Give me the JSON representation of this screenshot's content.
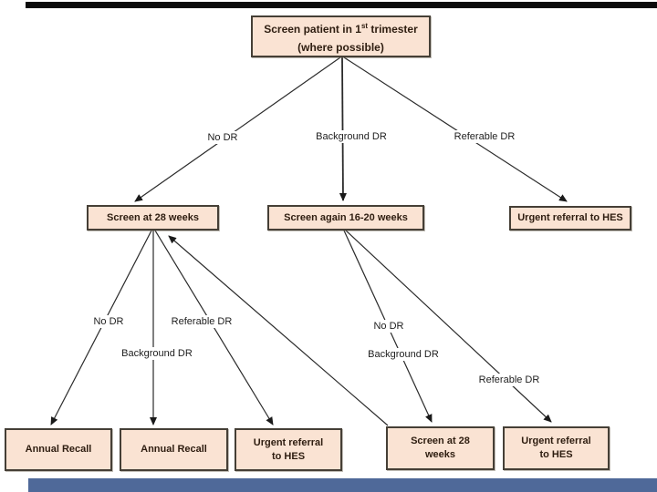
{
  "slide": {
    "top_bar_color": "#0b0b0b",
    "bottom_bar_color": "#4f6999",
    "box_fill": "#fae3d3",
    "box_border": "#453f36",
    "box_text_color": "#2e1d10",
    "arrow_color": "#262626"
  },
  "flowchart": {
    "nodes": {
      "root": {
        "text_pre": "Screen patient in 1",
        "sup": "st",
        "text_post": " trimester",
        "line2": "(where possible)"
      },
      "screen28": {
        "label": "Screen at 28 weeks"
      },
      "screen_again": {
        "label": "Screen again 16-20 weeks"
      },
      "urgent_top": {
        "label": "Urgent referral to HES"
      },
      "annual1": {
        "label": "Annual Recall"
      },
      "annual2": {
        "label": "Annual Recall"
      },
      "urgent_left": {
        "line1": "Urgent referral",
        "line2": "to HES"
      },
      "screen28_bottom": {
        "line1": "Screen at 28",
        "line2": "weeks"
      },
      "urgent_right": {
        "line1": "Urgent referral",
        "line2": "to HES"
      }
    },
    "edge_labels": [
      "No DR",
      "Background DR",
      "Referable DR",
      "No DR",
      "Referable DR",
      "Background DR",
      "No DR",
      "Background DR",
      "Referable DR"
    ]
  }
}
